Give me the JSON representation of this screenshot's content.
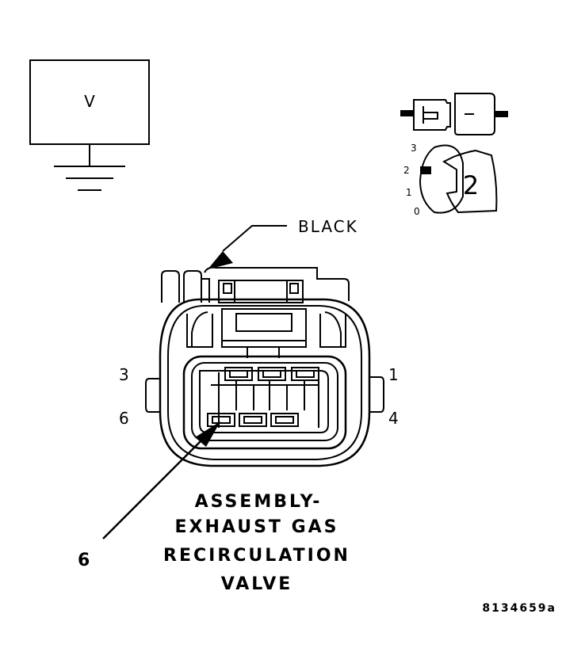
{
  "meter": {
    "symbol": "V"
  },
  "selector": {
    "positions": [
      "3",
      "2",
      "1",
      "0"
    ],
    "knob_value": "2"
  },
  "wire_color": "BLACK",
  "pins": {
    "top_left": "3",
    "top_right": "1",
    "bottom_left": "6",
    "bottom_right": "4"
  },
  "callout": "6",
  "component_name": [
    "ASSEMBLY-",
    "EXHAUST GAS",
    "RECIRCULATION",
    "VALVE"
  ],
  "figure_id": "8134659a",
  "colors": {
    "ink": "#000000",
    "paper": "#ffffff"
  }
}
